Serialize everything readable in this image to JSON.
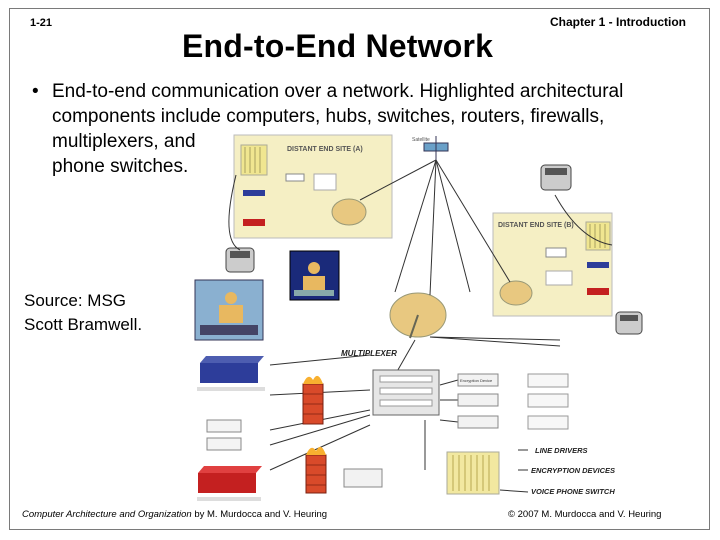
{
  "slide": {
    "number": "1-21",
    "chapter": "Chapter 1 - Introduction",
    "title": "End-to-End Network",
    "bullet": "End-to-end communication over a network. Highlighted architectural components include computers, hubs, switches, routers, firewalls, multiplexers, and phone switches.",
    "bullet_line1": "End-to-end communication over a network. Highlighted architectural",
    "bullet_line2": "components include computers, hubs, switches, routers, firewalls,",
    "bullet_line3": "multiplexers, and",
    "bullet_line4": "phone switches.",
    "source_line1": "Source: MSG",
    "source_line2": "Scott Bramwell.",
    "footer_book": "Computer Architecture and Organization",
    "footer_authors": " by M. Murdocca and V. Heuring",
    "footer_copyright": "© 2007 M. Murdocca and V. Heuring"
  },
  "diagram": {
    "site_a_label": "DISTANT END SITE (A)",
    "site_b_label": "DISTANT END SITE (B)",
    "satellite_label": "Satellite",
    "multiplexer_label": "MULTIPLEXER",
    "line_drivers_label": "LINE DRIVERS",
    "encryption_label": "ENCRYPTION DEVICES",
    "voice_switch_label": "VOICE PHONE SWITCH",
    "encryption_device_label": "Encryption Device",
    "colors": {
      "site_bg": "#f5efc4",
      "satellite_dish": "#e8c880",
      "firewall": "#d94a2a",
      "router_blue": "#2d3d9a",
      "router_red": "#c42020",
      "phone_switch": "#f2e8a0",
      "link": "#333333"
    }
  }
}
